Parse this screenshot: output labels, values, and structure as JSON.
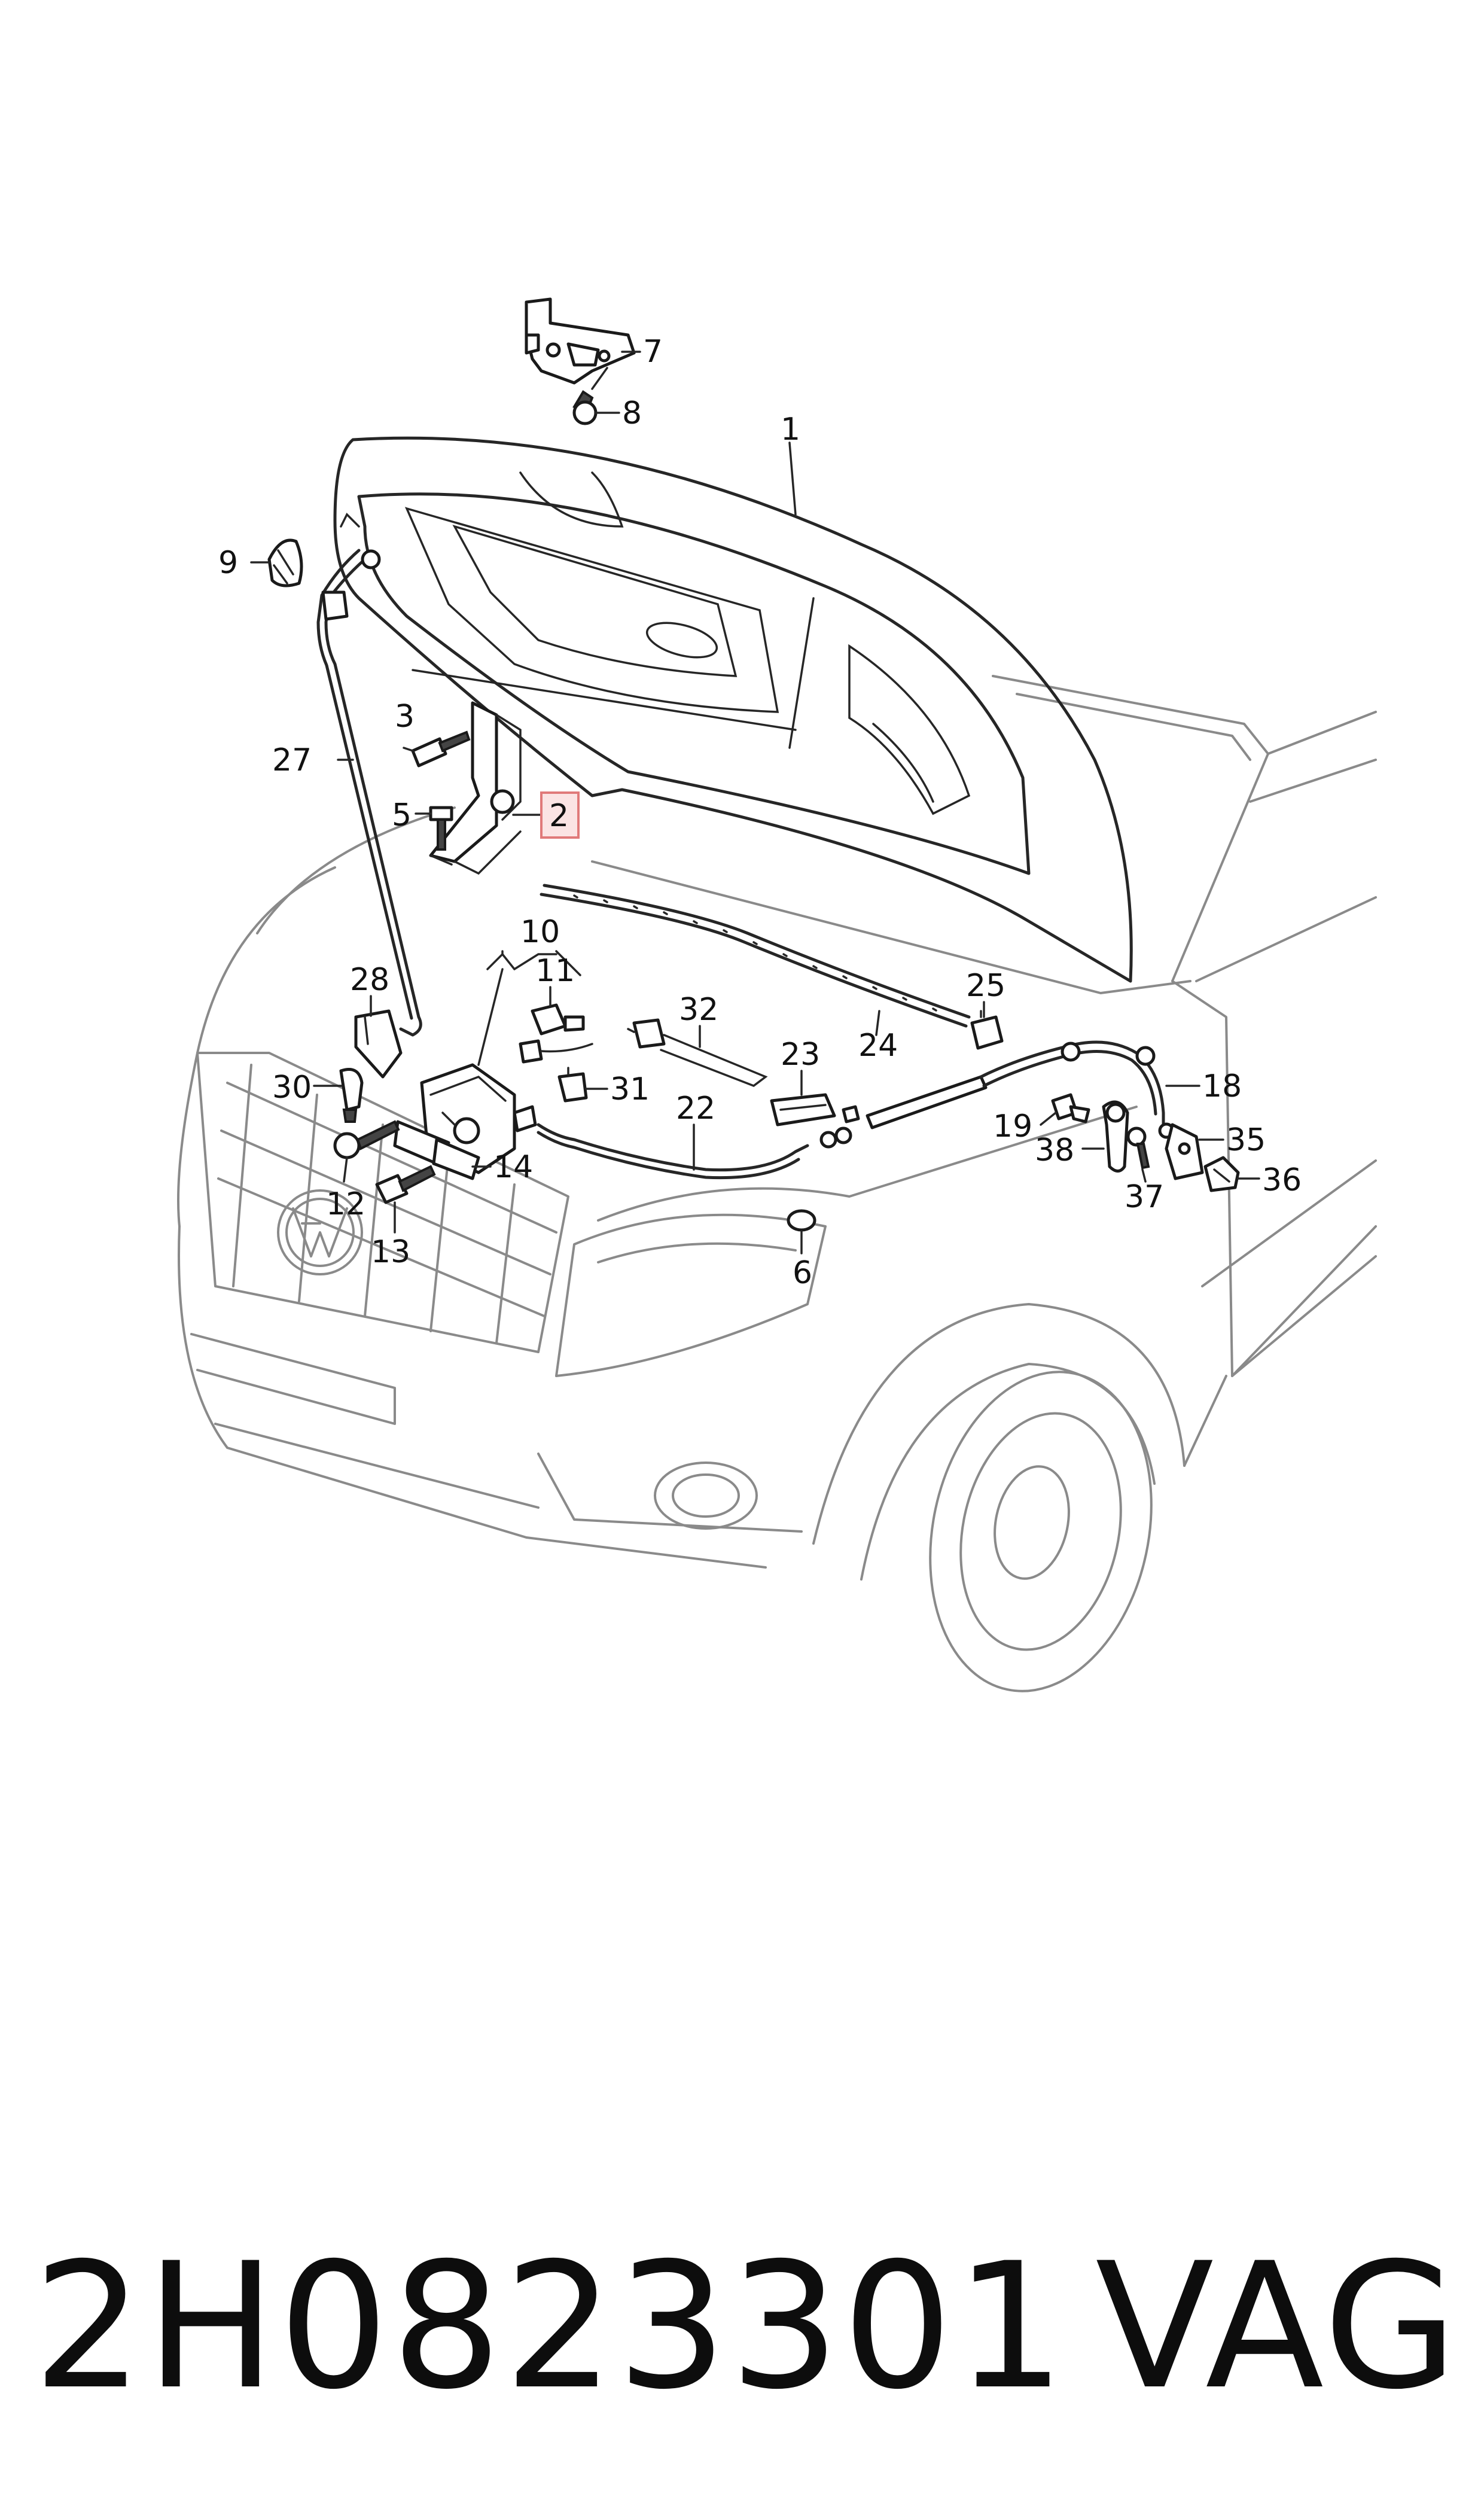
{
  "callouts": {
    "c1": "1",
    "c2": "2",
    "c3": "3",
    "c5": "5",
    "c6": "6",
    "c7": "7",
    "c8": "8",
    "c9": "9",
    "c10": "10",
    "c11": "11",
    "c12": "12",
    "c13": "13",
    "c14": "14",
    "c18": "18",
    "c19": "19",
    "c22": "22",
    "c23": "23",
    "c24": "24",
    "c25": "25",
    "c27": "27",
    "c28": "28",
    "c30": "30",
    "c31": "31",
    "c32": "32",
    "c35": "35",
    "c36": "36",
    "c37": "37",
    "c38": "38"
  },
  "footer": {
    "part_number": "2H0823301",
    "brand": "VAG"
  },
  "colors": {
    "line": "#262626",
    "highlight_fill": "#fbe4e4",
    "highlight_stroke": "#e07a7a"
  }
}
